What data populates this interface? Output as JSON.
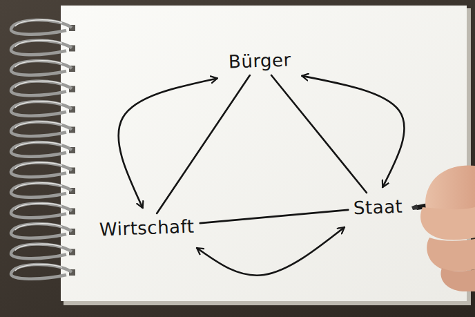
{
  "diagram": {
    "nodes": [
      {
        "text": [
          "Bürger"
        ]
      },
      {
        "text": [
          "Wirtschaft"
        ]
      },
      {
        "text": [
          "Staat"
        ]
      }
    ],
    "edges": [
      {
        "from": 0,
        "to": 1,
        "arrow": "none"
      },
      {
        "from": 0,
        "to": 2,
        "arrow": "none"
      },
      {
        "from": 1,
        "to": 2,
        "arrow": "none"
      },
      {
        "from": 0,
        "to": 1,
        "arrow": "both"
      },
      {
        "from": 0,
        "to": 2,
        "arrow": "both"
      },
      {
        "from": 1,
        "to": 2,
        "arrow": "both"
      }
    ]
  }
}
